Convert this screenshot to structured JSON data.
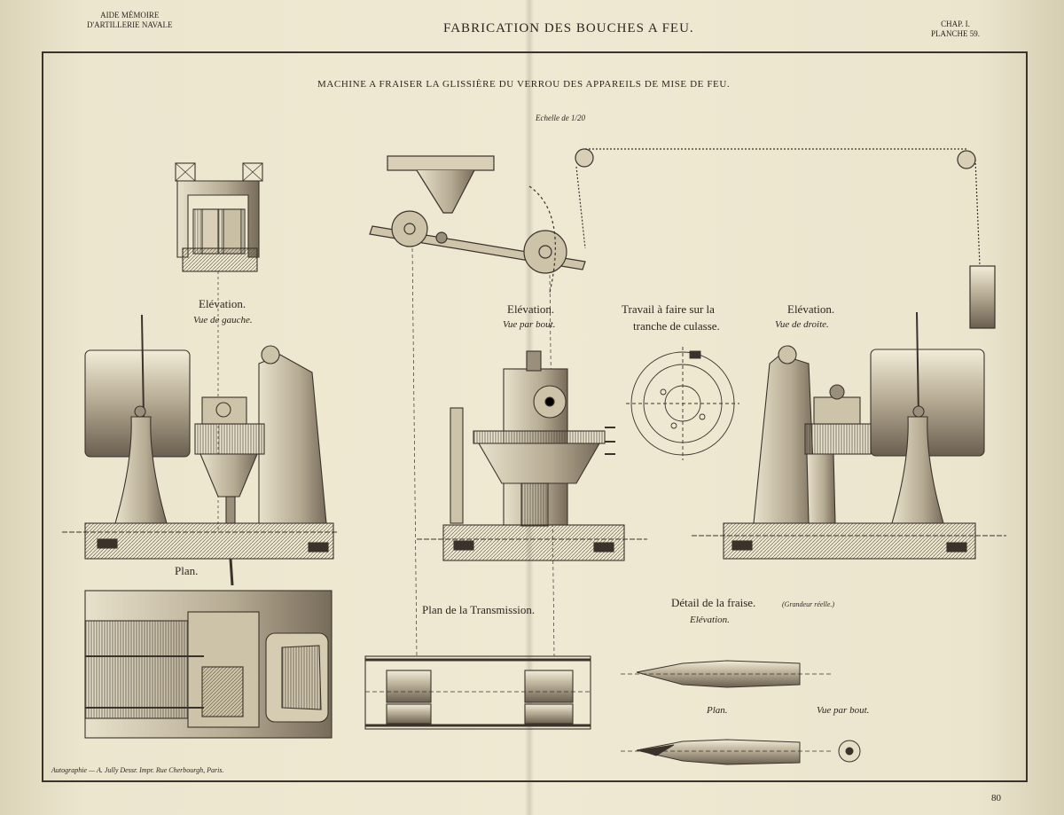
{
  "header": {
    "left_line1": "AIDE MÉMOIRE",
    "left_line2": "D'ARTILLERIE NAVALE",
    "title": "FABRICATION DES BOUCHES A FEU.",
    "right_line1": "CHAP. I.",
    "right_line2": "PLANCHE 59."
  },
  "plate": {
    "title": "MACHINE A FRAISER LA GLISSIÈRE DU VERROU DES APPAREILS DE MISE DE FEU.",
    "scale": "Echelle de 1/20"
  },
  "labels": {
    "elev_left": "Elévation.",
    "elev_left_sub": "Vue de gauche.",
    "elev_end": "Elévation.",
    "elev_end_sub": "Vue par bout.",
    "work_line1": "Travail à faire sur la",
    "work_line2": "tranche de culasse.",
    "elev_right": "Elévation.",
    "elev_right_sub": "Vue de droite.",
    "plan": "Plan.",
    "transmission": "Plan de la Transmission.",
    "detail": "Détail de la fraise.",
    "detail_note": "(Grandeur réelle.)",
    "detail_elev": "Elévation.",
    "detail_plan": "Plan.",
    "detail_end": "Vue par bout."
  },
  "footer": {
    "imprint": "Autographie — A. Jully Dessr. Impr. Rue Cherbourgh, Paris.",
    "page": "80"
  }
}
